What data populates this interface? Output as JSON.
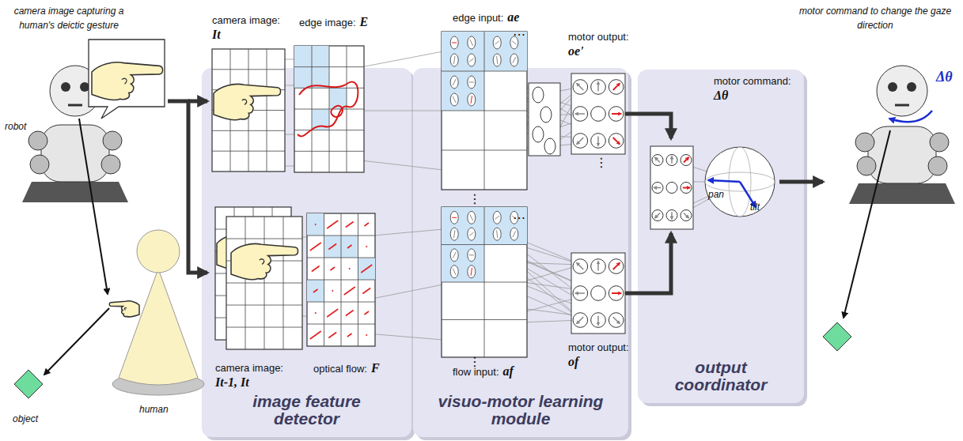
{
  "diagram": {
    "nodes": [
      {
        "text": [
          "image feature detector"
        ]
      },
      {
        "text": [
          "visuo-motor learning module"
        ]
      },
      {
        "text": [
          "output coordinator"
        ]
      },
      {
        "text": [
          "camera image:",
          "It"
        ],
        "in": 0
      },
      {
        "text": [
          "edge image:",
          "E"
        ],
        "in": 0
      },
      {
        "text": [
          "camera image:",
          "It-1, It"
        ],
        "in": 0
      },
      {
        "text": [
          "optical flow:",
          "F"
        ],
        "in": 0
      },
      {
        "text": [
          "edge input:",
          "ae"
        ],
        "in": 1
      },
      {
        "text": [
          "motor output:",
          "oe'"
        ],
        "in": 1
      },
      {
        "text": [
          "flow input:",
          "af"
        ],
        "in": 1
      },
      {
        "text": [
          "motor output:",
          "of"
        ],
        "in": 1
      },
      {
        "text": [
          "motor command:",
          "Δθ"
        ],
        "in": 2
      }
    ],
    "edges": [
      {
        "from": 8,
        "to": 11,
        "arrow": "to"
      },
      {
        "from": 10,
        "to": 11,
        "arrow": "to"
      }
    ],
    "labels": [
      "camera image capturing a human's deictic gesture",
      "robot",
      "human",
      "object",
      "pan",
      "tilt",
      "motor command to change the gaze direction",
      "Δθ",
      "⋯",
      "⋮",
      "⋯",
      "⋮",
      "⋮"
    ]
  }
}
